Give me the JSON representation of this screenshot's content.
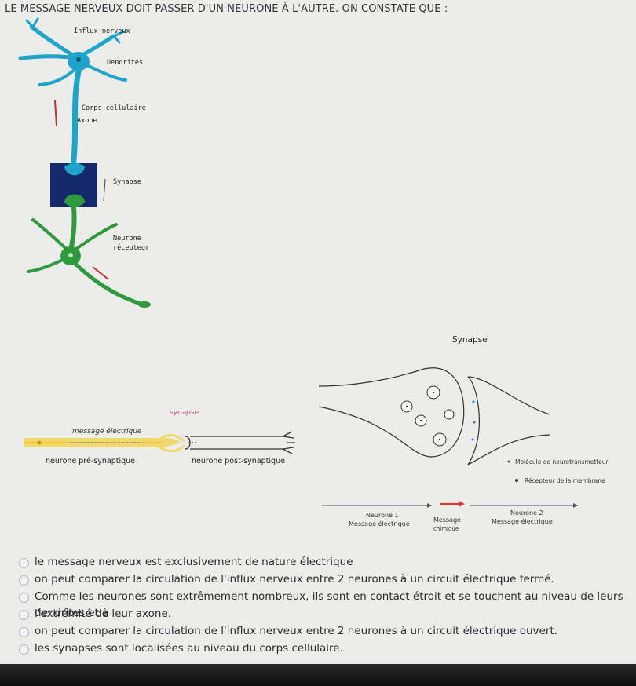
{
  "question": "LE MESSAGE NERVEUX DOIT PASSER D'UN NEURONE À L'AUTRE. ON CONSTATE QUE :",
  "neuron_figure": {
    "labels": {
      "influx": "Influx nerveux",
      "dendrites": "Dendrites",
      "corps": "Corps cellulaire",
      "axone": "Axone",
      "synapse": "Synapse",
      "recepteur_line1": "Neurone",
      "recepteur_line2": "récepteur"
    },
    "colors": {
      "neuron1": "#1fa3c8",
      "neuron2": "#2f9a3d",
      "synapse_box": "#14296b"
    }
  },
  "synapse_strip": {
    "synapse_label": "synapse",
    "message_label": "message électrique",
    "pre_label": "neurone pré-synaptique",
    "post_label": "neurone post-synaptique",
    "colors": {
      "pre": "#f0d86b",
      "synapse_text": "#c0507a"
    }
  },
  "synapse_detail": {
    "title": "Synapse",
    "legend_molecule": "Molécule de neurotransmetteur",
    "legend_receptor": "Récepteur de la membrane",
    "neurone1": "Neurone 1",
    "message_elec_1": "Message électrique",
    "message": "Message",
    "chimique": "chimique",
    "neurone2": "Neurone 2",
    "message_elec_2": "Message électrique",
    "colors": {
      "arrow_red": "#d8372f"
    }
  },
  "options": [
    "le message nerveux est exclusivement de nature électrique",
    "on peut comparer la circulation de l'influx nerveux entre 2 neurones à un circuit électrique fermé.",
    "Comme les neurones sont extrêmement nombreux, ils sont en contact étroit et se touchent au niveau de leurs dendrites et à",
    "l'extrémité de leur axone.",
    "on peut comparer la circulation de l'influx nerveux entre 2 neurones à un circuit électrique ouvert.",
    "les synapses sont localisées au niveau du corps cellulaire."
  ]
}
